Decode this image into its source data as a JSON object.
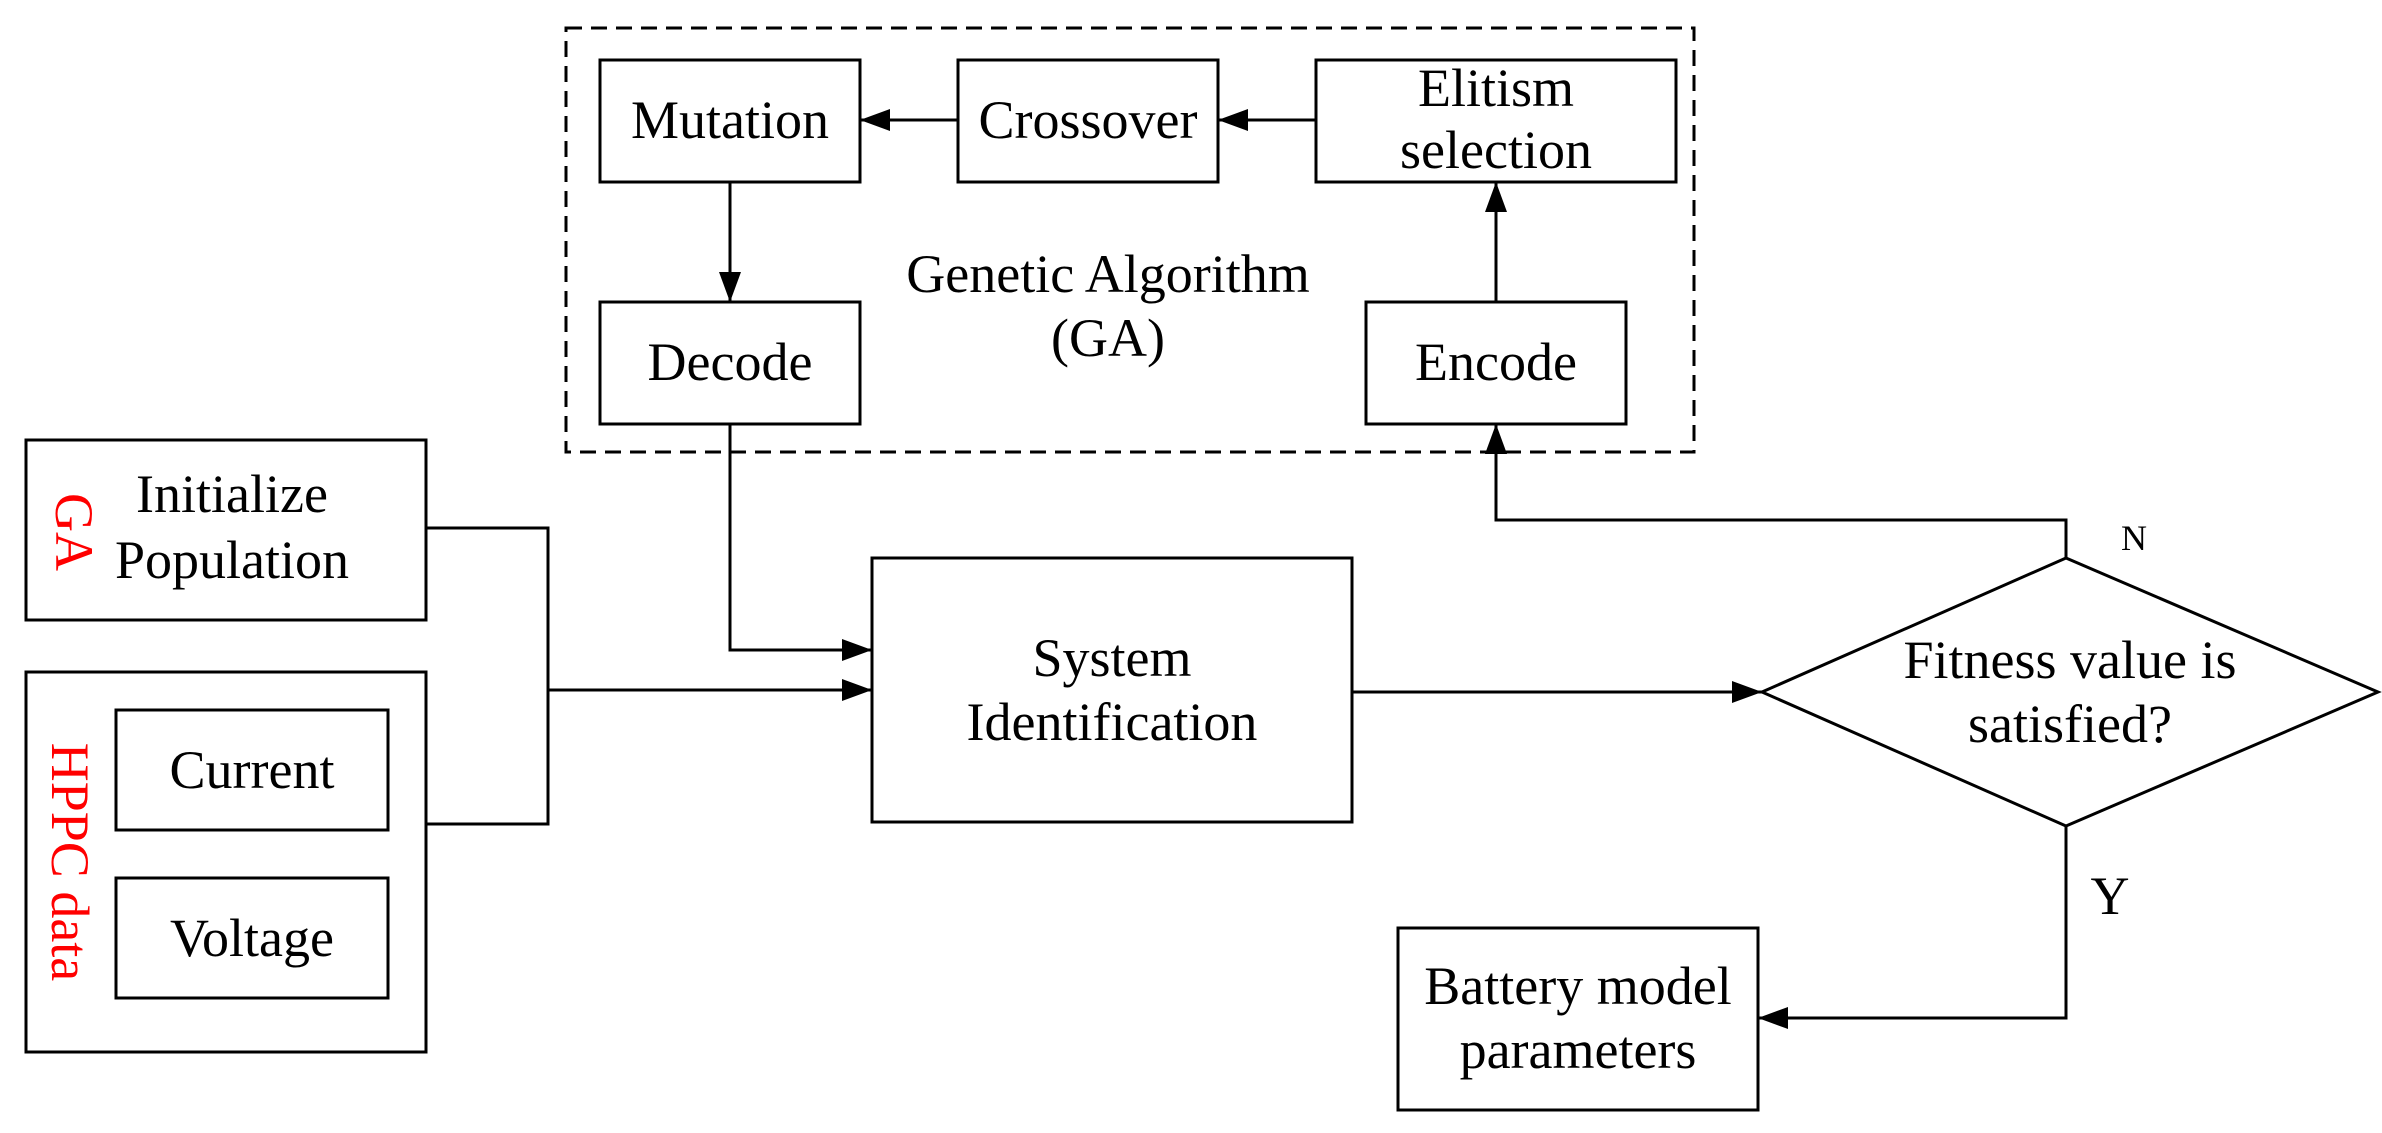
{
  "ga_block": {
    "title_line1": "Genetic Algorithm",
    "title_line2": "(GA)",
    "mutation": "Mutation",
    "crossover": "Crossover",
    "elitism_line1": "Elitism",
    "elitism_line2": "selection",
    "decode": "Decode",
    "encode": "Encode"
  },
  "inputs": {
    "init_line1": "Initialize",
    "init_line2": "Population",
    "init_side_label": "GA",
    "current": "Current",
    "voltage": "Voltage",
    "hppc_side_label": "HPPC data"
  },
  "system_identification": {
    "line1": "System",
    "line2": "Identification"
  },
  "decision": {
    "line1": "Fitness value is",
    "line2": "satisfied?",
    "no_label": "N",
    "yes_label": "Y"
  },
  "output": {
    "line1": "Battery model",
    "line2": "parameters"
  },
  "colors": {
    "side_label": "#ff0000",
    "line": "#000000"
  }
}
